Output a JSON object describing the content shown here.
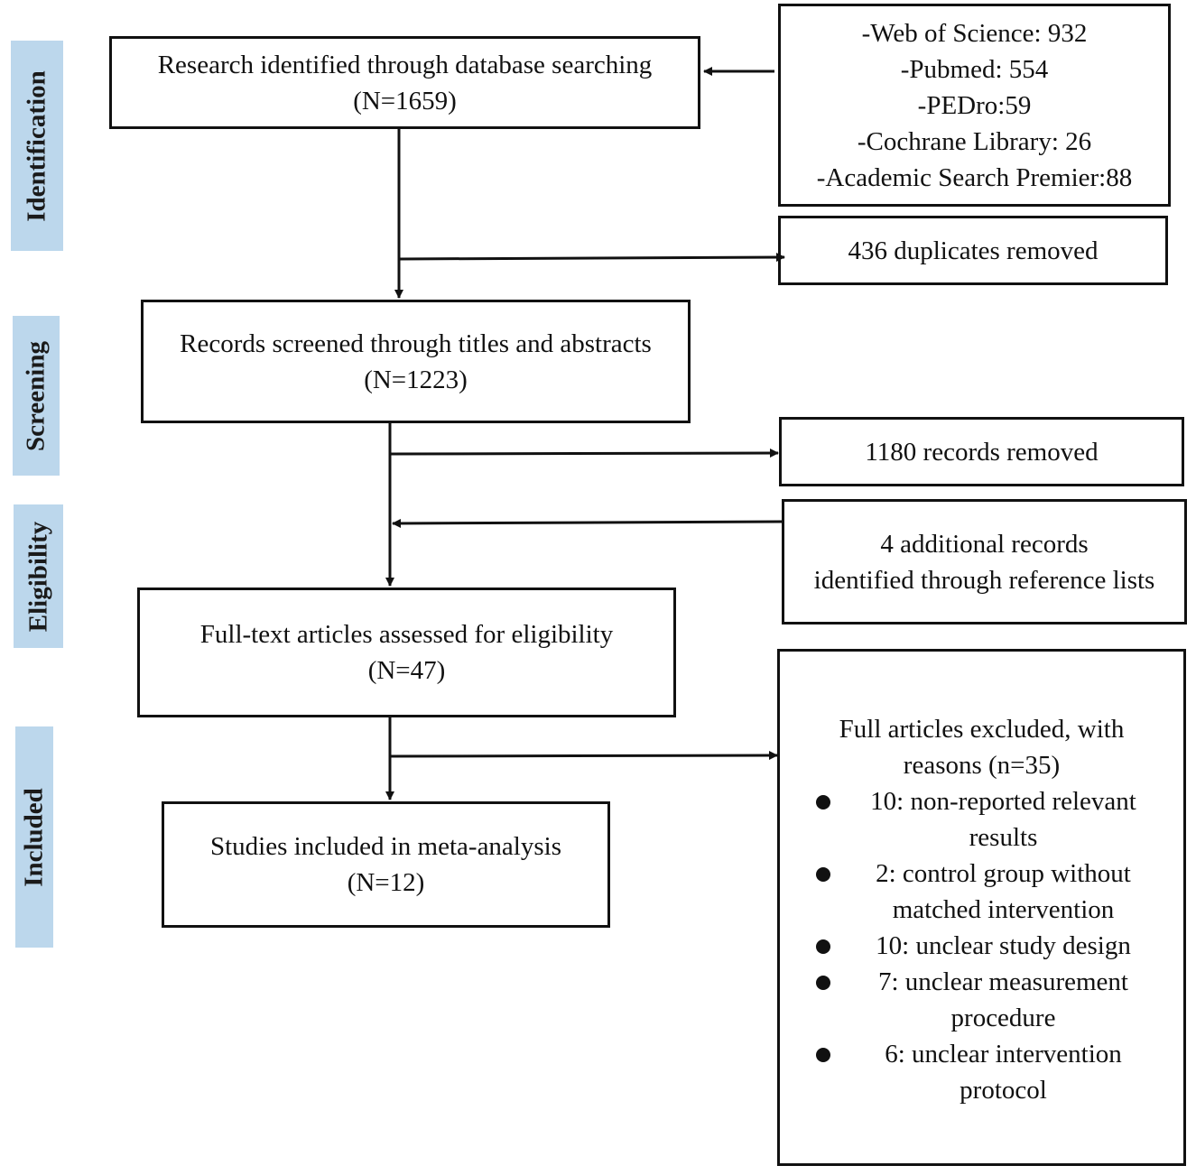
{
  "stages": {
    "identification": "Identification",
    "screening": "Screening",
    "eligibility": "Eligibility",
    "included": "Included"
  },
  "boxes": {
    "database_search": {
      "line1": "Research identified through database searching",
      "line2": "(N=1659)"
    },
    "databases": [
      "-Web of Science: 932",
      "-Pubmed: 554",
      "-PEDro:59",
      "-Cochrane Library: 26",
      "-Academic Search Premier:88"
    ],
    "duplicates": "436 duplicates removed",
    "screened": {
      "line1": "Records screened through titles and abstracts",
      "line2": "(N=1223)"
    },
    "removed": "1180 records removed",
    "additional": {
      "line1": "4 additional records",
      "line2": "identified through reference lists"
    },
    "full_text": {
      "line1": "Full-text articles assessed for eligibility",
      "line2": "(N=47)"
    },
    "included": {
      "line1": "Studies included in meta-analysis",
      "line2": "(N=12)"
    },
    "excluded": {
      "title_line1": "Full articles excluded, with",
      "title_line2": "reasons (n=35)",
      "reasons": [
        "10: non-reported relevant results",
        "2: control group without matched intervention",
        "10: unclear study design",
        "7: unclear measurement procedure",
        "6: unclear intervention protocol"
      ]
    }
  }
}
